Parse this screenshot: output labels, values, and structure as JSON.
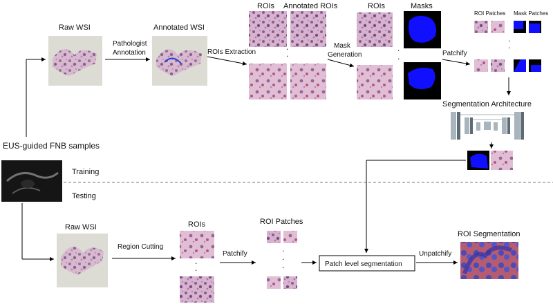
{
  "labels": {
    "raw_wsi_top": "Raw WSI",
    "pathologist_line1": "Pathologist",
    "pathologist_line2": "Annotation",
    "annotated_wsi": "Annotated WSI",
    "rois_top": "ROIs",
    "annotated_rois": "Annotated ROIs",
    "rois_extraction": "ROIs Extraction",
    "mask_gen_line1": "Mask",
    "mask_gen_line2": "Generation",
    "rois_mask": "ROIs",
    "masks": "Masks",
    "patchify_top": "Patchify",
    "roi_patches_top": "ROI Patches",
    "mask_patches": "Mask Patches",
    "segmentation_architecture": "Segmentation Architecture",
    "eus_samples": "EUS-guided  FNB samples",
    "training": "Training",
    "testing": "Testing",
    "raw_wsi_bottom": "Raw WSI",
    "region_cutting": "Region Cutting",
    "rois_bottom": "ROIs",
    "patchify_bottom": "Patchify",
    "roi_patches_bottom": "ROI Patches",
    "patch_level_segmentation": "Patch level segmentation",
    "unpatchify": "Unpatchify",
    "roi_segmentation": "ROI Segmentation",
    "dot": "."
  },
  "colors": {
    "tissue": "#c9a3c2",
    "tissue_dark": "#8e5a8a",
    "mask_blue": "#1010ff",
    "mask_black": "#000000",
    "wsi_bg": "#dcdcd4",
    "arch_gray": "#a9b4bc",
    "arch_dark": "#5d6b75"
  },
  "icons": [
    "arrow-icon",
    "dashed-divider",
    "ultrasound-image",
    "unet-architecture"
  ]
}
